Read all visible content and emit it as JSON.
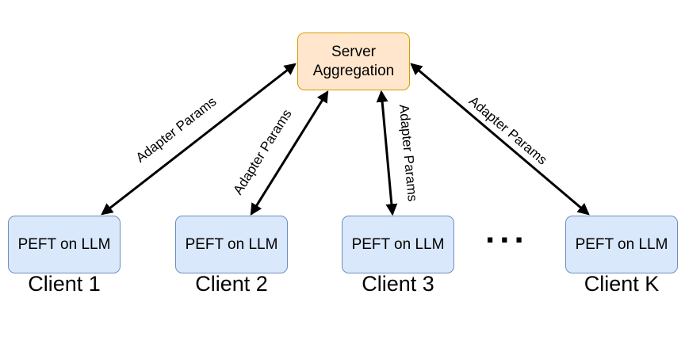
{
  "server": {
    "line1": "Server",
    "line2": "Aggregation"
  },
  "clients": [
    {
      "box_label": "PEFT on LLM",
      "name": "Client 1"
    },
    {
      "box_label": "PEFT on LLM",
      "name": "Client 2"
    },
    {
      "box_label": "PEFT on LLM",
      "name": "Client 3"
    },
    {
      "box_label": "PEFT on LLM",
      "name": "Client K"
    }
  ],
  "ellipsis": "...",
  "edges": [
    {
      "label": "Adapter Params"
    },
    {
      "label": "Adapter Params"
    },
    {
      "label": "Adapter Params"
    },
    {
      "label": "Adapter Params"
    }
  ],
  "colors": {
    "server_fill": "#ffe6cc",
    "server_border": "#d79b00",
    "client_fill": "#dae8fc",
    "client_border": "#6c8ebf",
    "arrow": "#000000"
  }
}
